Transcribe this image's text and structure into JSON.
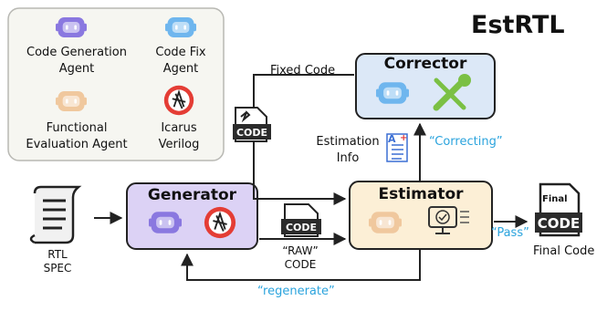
{
  "title": "EstRTL",
  "legend": {
    "code_generation_agent": "Code Generation\nAgent",
    "code_fix_agent": "Code Fix\nAgent",
    "functional_evaluation_agent": "Functional\nEvaluation Agent",
    "icarus_verilog": "Icarus\nVerilog"
  },
  "nodes": {
    "corrector": "Corrector",
    "generator": "Generator",
    "estimator": "Estimator"
  },
  "labels": {
    "fixed_code": "Fixed Code",
    "estimation_info": "Estimation\nInfo",
    "correcting": "“Correcting”",
    "raw_code": "“RAW”\nCODE",
    "pass": "“Pass”",
    "regenerate": "“regenerate”",
    "rtl_spec": "RTL\nSPEC",
    "final_code": "Final Code",
    "code_icon_text": "CODE",
    "final_icon_text": "Final",
    "final_code_icon_text": "CODE",
    "doc_badge": "A"
  },
  "colors": {
    "corrector_fill": "#dce8f7",
    "generator_fill": "#dcd2f5",
    "estimator_fill": "#fcefd6",
    "legend_fill": "#f6f6f1",
    "highlight_blue": "#2aa3dd",
    "purple_robot": "#8a78e0",
    "blue_robot": "#6fb6ee",
    "peach_robot": "#f0c89e"
  }
}
